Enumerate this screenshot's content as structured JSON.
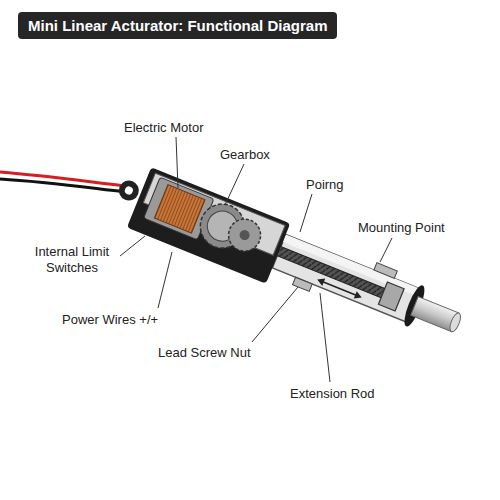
{
  "diagram": {
    "title": "Mini Linear Acturator: Functional Diagram",
    "labels": [
      "Electric Motor",
      "Gearbox",
      "Poirng",
      "Mounting Point",
      "Internal Limit Switches",
      "Power Wires +/+",
      "Lead Screw Nut",
      "Extension Rod"
    ]
  }
}
